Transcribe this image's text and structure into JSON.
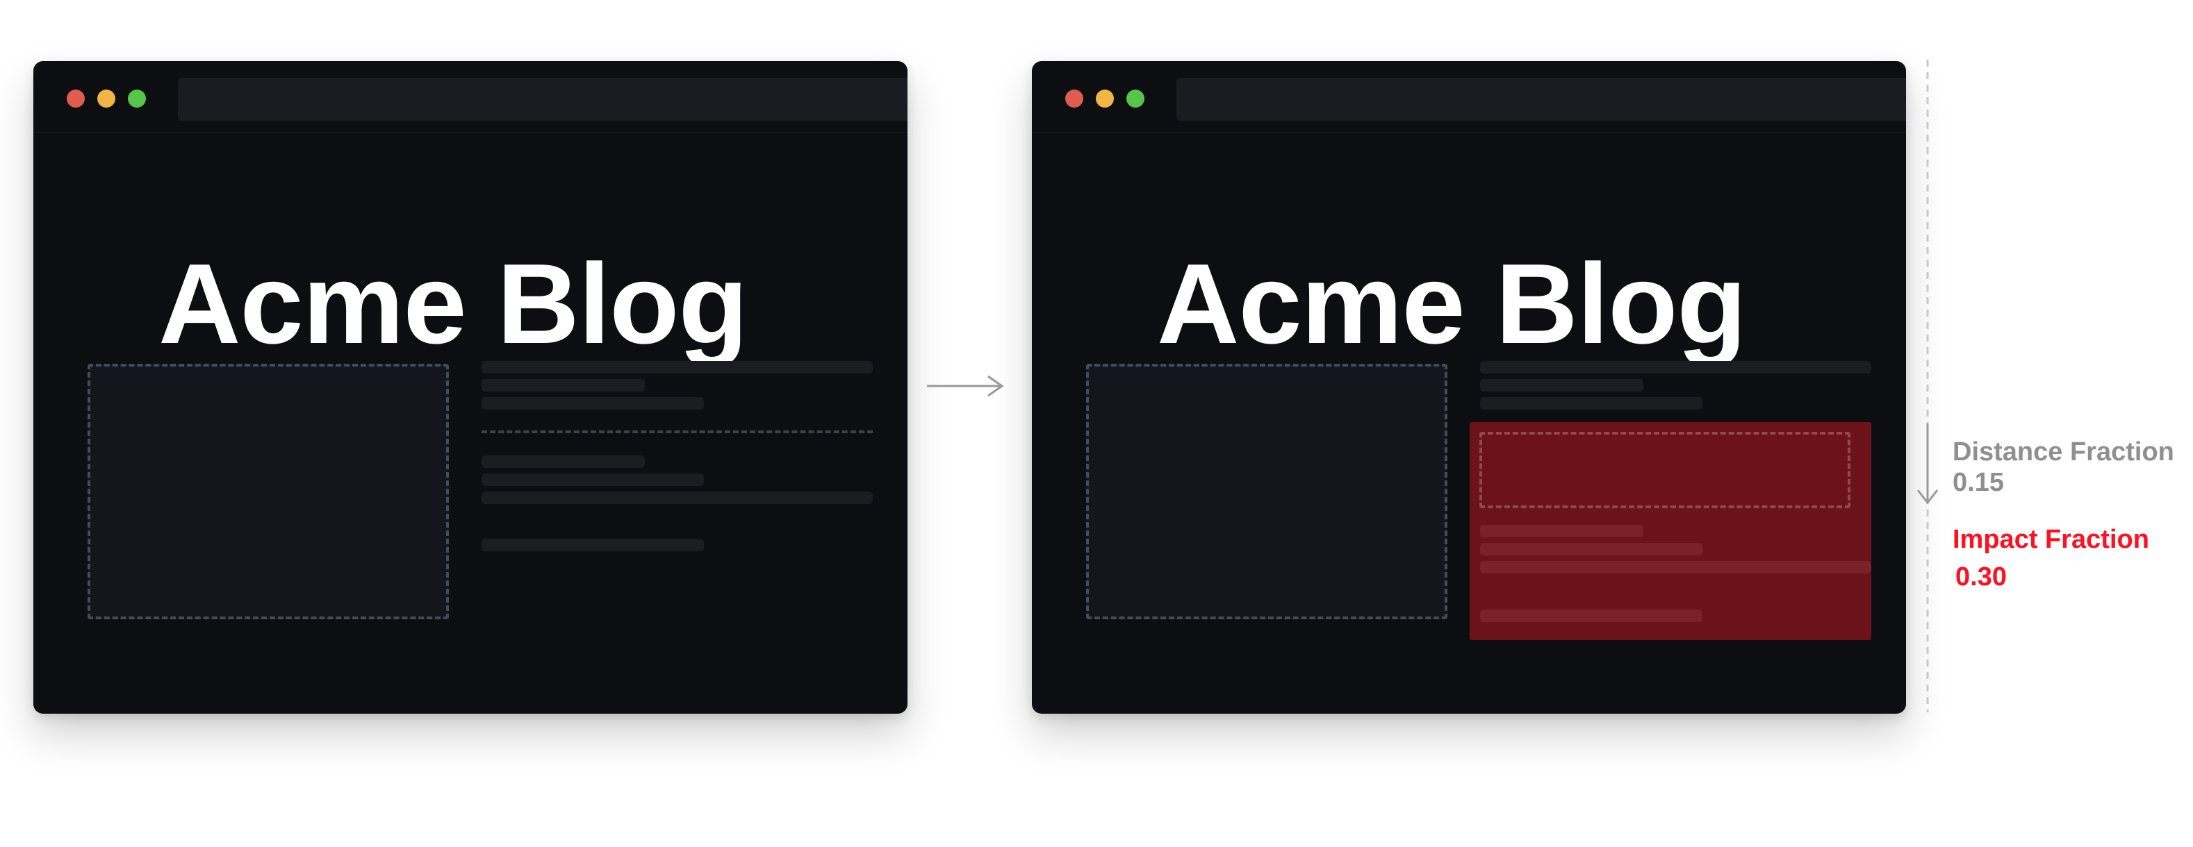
{
  "before": {
    "blog_title": "Acme Blog"
  },
  "after": {
    "blog_title": "Acme Blog"
  },
  "metrics": {
    "distance_label": "Distance Fraction",
    "distance_value": "0.15",
    "impact_label": "Impact Fraction",
    "impact_value": "0.30"
  },
  "icons": {
    "transition": "right-arrow-icon",
    "distance": "down-arrow-icon"
  },
  "colors": {
    "dot_red": "#e05d4e",
    "dot_yellow": "#f2b544",
    "dot_green": "#56c649",
    "impact_region": "#6c1319",
    "impact_text": "#ff0f1f",
    "distance_text": "#8f8f8f"
  }
}
